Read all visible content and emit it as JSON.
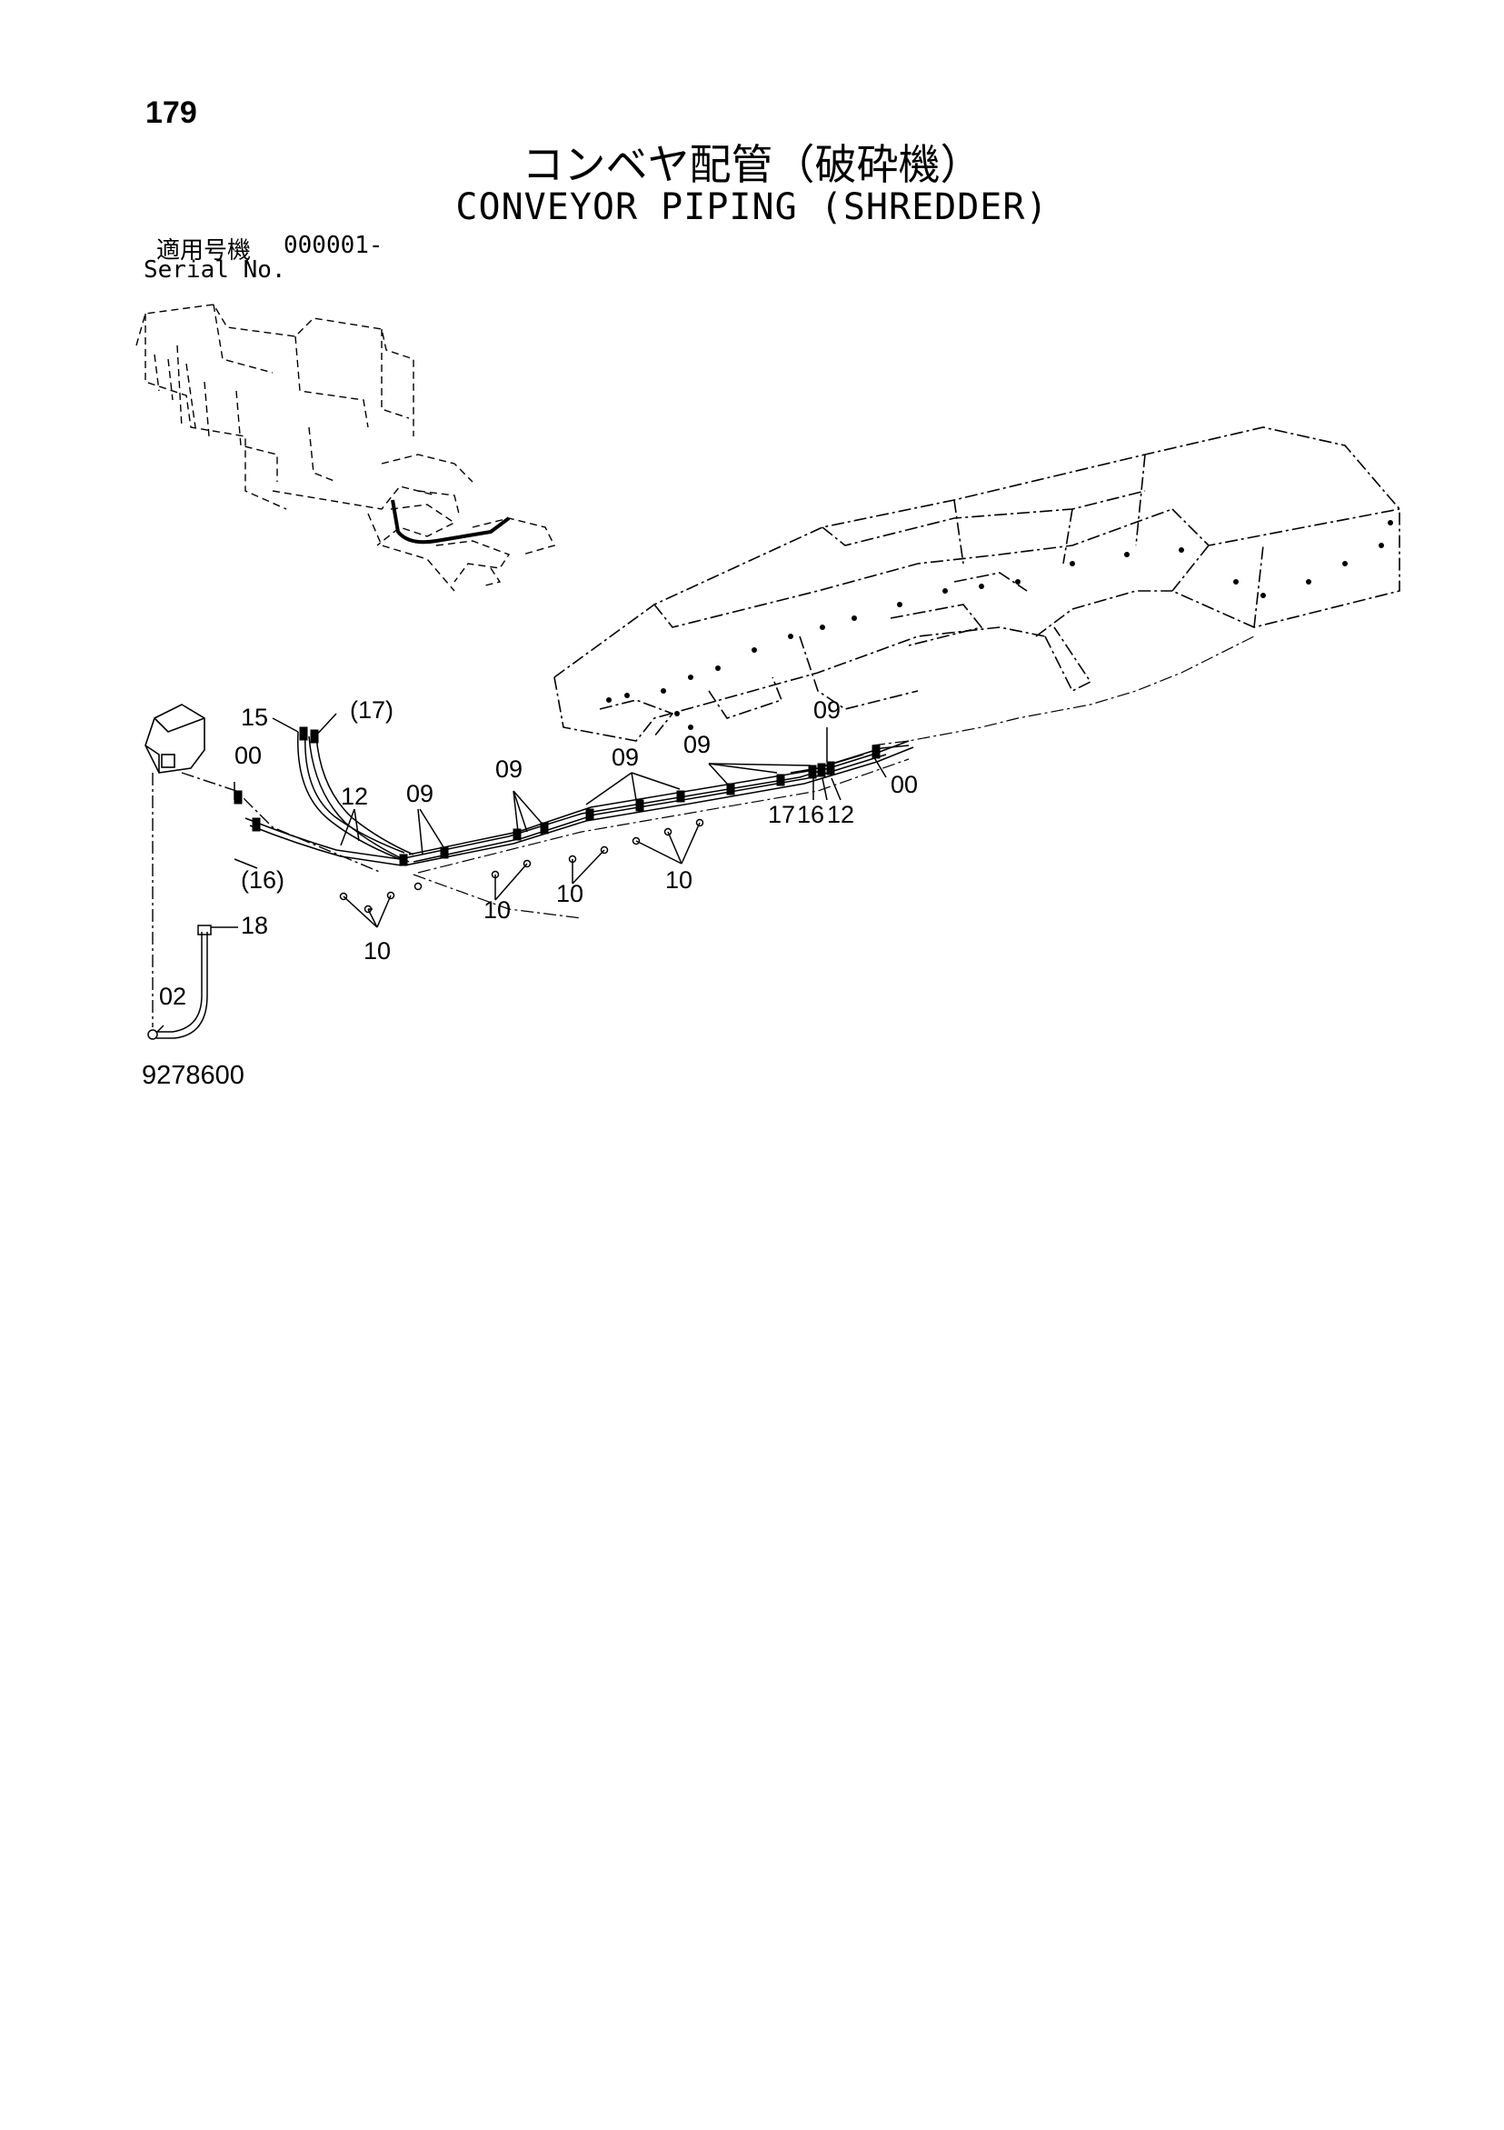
{
  "header": {
    "page_number": "179",
    "title_jp": "コンベヤ配管（破砕機）",
    "title_en": "CONVEYOR PIPING (SHREDDER)"
  },
  "serial": {
    "label_jp": "適用号機",
    "value": "000001-",
    "label_en": "Serial No."
  },
  "diagram": {
    "callouts": [
      {
        "id": "15",
        "text": "15"
      },
      {
        "id": "17p",
        "text": "(17)"
      },
      {
        "id": "00a",
        "text": "00"
      },
      {
        "id": "12a",
        "text": "12"
      },
      {
        "id": "09a",
        "text": "09"
      },
      {
        "id": "09b",
        "text": "09"
      },
      {
        "id": "09c",
        "text": "09"
      },
      {
        "id": "09d",
        "text": "09"
      },
      {
        "id": "09e",
        "text": "09"
      },
      {
        "id": "00b",
        "text": "00"
      },
      {
        "id": "17b",
        "text": "17"
      },
      {
        "id": "16b",
        "text": "16"
      },
      {
        "id": "12b",
        "text": "12"
      },
      {
        "id": "16p",
        "text": "(16)"
      },
      {
        "id": "10a",
        "text": "10"
      },
      {
        "id": "10b",
        "text": "10"
      },
      {
        "id": "10c",
        "text": "10"
      },
      {
        "id": "10d",
        "text": "10"
      },
      {
        "id": "18",
        "text": "18"
      },
      {
        "id": "02",
        "text": "02"
      }
    ],
    "figure_number": "9278600"
  }
}
